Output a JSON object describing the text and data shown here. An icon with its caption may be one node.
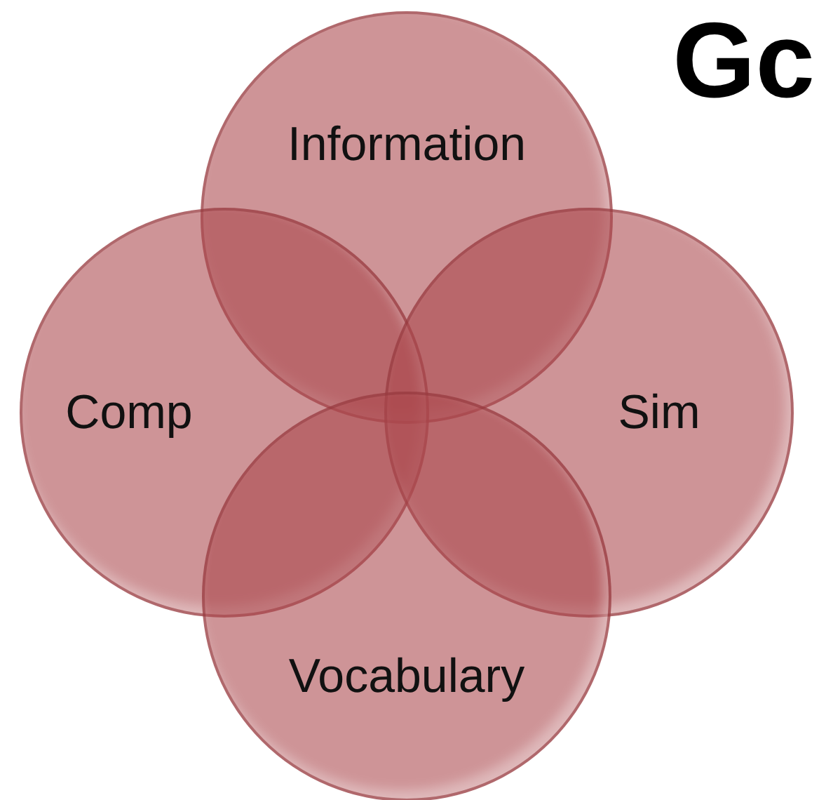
{
  "diagram": {
    "title": "Gc",
    "nodes": [
      {
        "text": [
          "Information"
        ]
      },
      {
        "text": [
          "Comp"
        ]
      },
      {
        "text": [
          "Sim"
        ]
      },
      {
        "text": [
          "Vocabulary"
        ]
      }
    ]
  }
}
